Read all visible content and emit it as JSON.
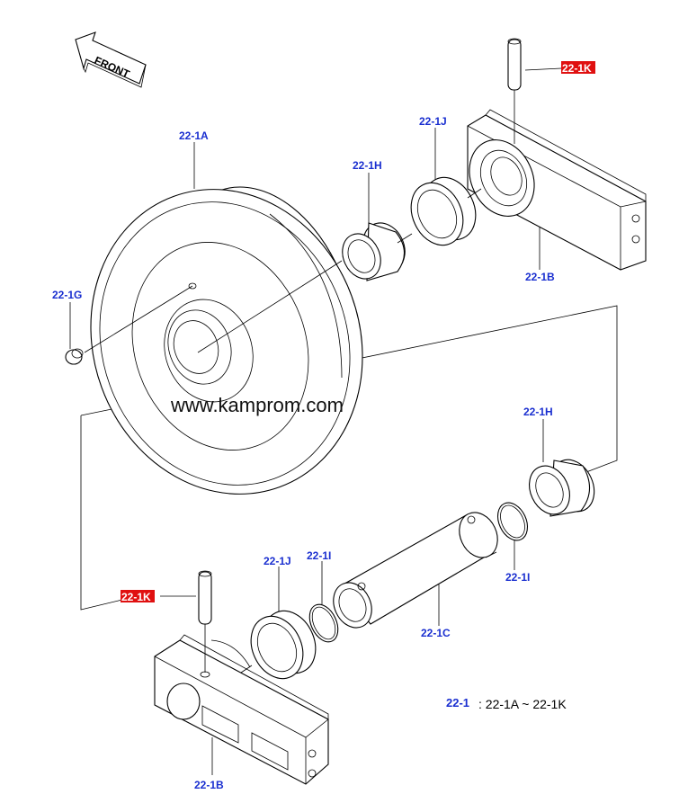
{
  "front_arrow": {
    "label": "FRONT"
  },
  "watermark": "www.kamprom.com",
  "labels": {
    "wheel": "22-1A",
    "bracket_top": "22-1B",
    "bracket_bottom": "22-1B",
    "shaft": "22-1C",
    "plug": "22-1G",
    "bushing_top": "22-1H",
    "bushing_right": "22-1H",
    "snap_ring_left": "22-1I",
    "snap_ring_right": "22-1I",
    "seal_top": "22-1J",
    "seal_bottom": "22-1J",
    "pin_top": "22-1K",
    "pin_bottom": "22-1K"
  },
  "legend": {
    "ref": "22-1",
    "text": ": 22-1A ~ 22-1K"
  },
  "colors": {
    "label": "#1a2fd0",
    "highlight": "#e01010"
  }
}
